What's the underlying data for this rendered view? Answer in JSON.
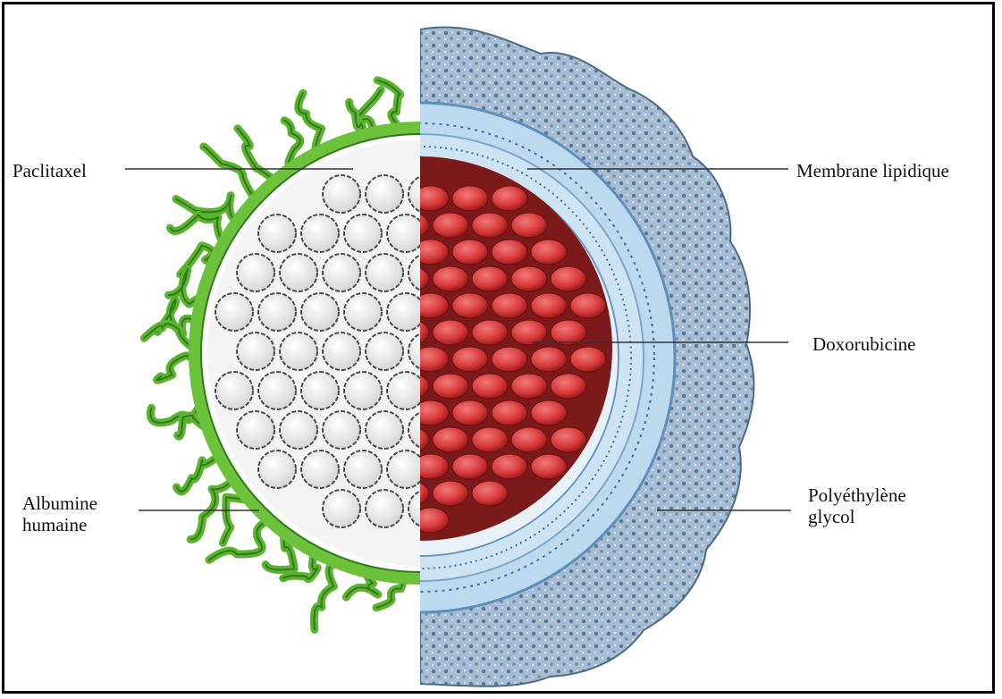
{
  "labels": {
    "paclitaxel": "Paclitaxel",
    "albumine_line1": "Albumine",
    "albumine_line2": "humaine",
    "membrane": "Membrane lipidique",
    "doxorubicine": "Doxorubicine",
    "peg_line1": "Polyéthylène",
    "peg_line2": "glycol"
  },
  "colors": {
    "albumin": "#6cc23a",
    "albumin_dark": "#2f7a1a",
    "paclitaxel_fill": "#ececec",
    "paclitaxel_edge": "#4a4a4a",
    "doxorubicin": "#d83a3a",
    "doxorubicin_dark": "#8a1414",
    "membrane": "#a9cde6",
    "membrane_dark": "#3f6f99",
    "peg": "#9fb7cf",
    "peg_dark": "#4d6b88",
    "leader_line": "#333333"
  }
}
